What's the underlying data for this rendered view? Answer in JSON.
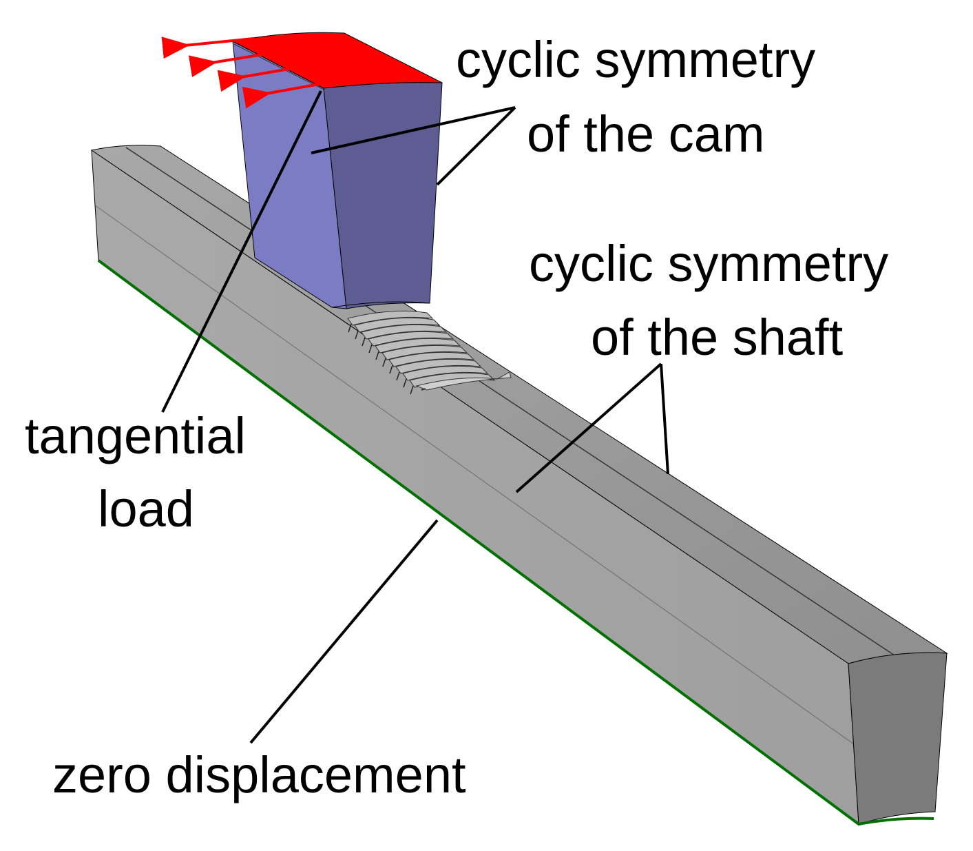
{
  "labels": {
    "cam_line1": "cyclic symmetry",
    "cam_line2": "of the cam",
    "shaft_line1": "cyclic symmetry",
    "shaft_line2": "of the shaft",
    "load_line1": "tangential",
    "load_line2": "load",
    "zero_disp": "zero displacement"
  },
  "colors": {
    "background": "#ffffff",
    "shaft_top": "#a3a3a3",
    "shaft_side": "#9a9a9a",
    "shaft_end": "#7b7b7b",
    "cam_front": "#7b7cc4",
    "cam_side": "#5d5d94",
    "load_surface": "#ff0000",
    "load_arrows": "#ff0000",
    "fixed_support": "#007000",
    "leader_lines": "#000000"
  }
}
